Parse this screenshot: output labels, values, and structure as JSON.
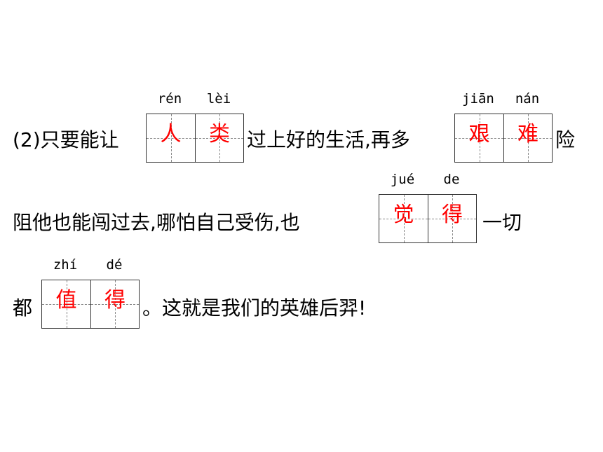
{
  "answer_color": "#ff0000",
  "line1": {
    "prefix": "(2)只要能让",
    "middle": "过上好的生活,再多",
    "suffix": "险",
    "box1": {
      "pinyin": [
        "rén",
        "lèi"
      ],
      "chars": [
        "人",
        "类"
      ]
    },
    "box2": {
      "pinyin": [
        "jiān",
        "nán"
      ],
      "chars": [
        "艰",
        "难"
      ]
    }
  },
  "line2": {
    "prefix": "阻他也能闯过去,哪怕自己受伤,也",
    "suffix": "一切",
    "box": {
      "pinyin": [
        "jué",
        "de"
      ],
      "chars": [
        "觉",
        "得"
      ]
    }
  },
  "line3": {
    "prefix": "都",
    "suffix": "。这就是我们的英雄后羿!",
    "box": {
      "pinyin": [
        "zhí",
        "dé"
      ],
      "chars": [
        "值",
        "得"
      ]
    }
  }
}
